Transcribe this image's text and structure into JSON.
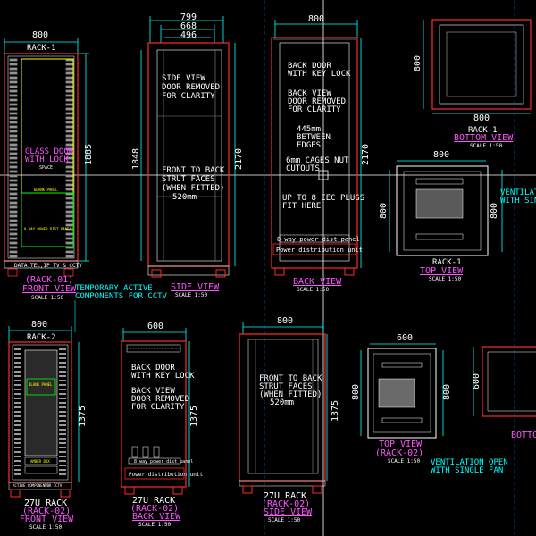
{
  "colors": {
    "bg": "#000000",
    "dim": "#00ffff",
    "label": "#ffffff",
    "outline": "#ff2a2a",
    "title": "#ff55ff",
    "yellow": "#ffff00",
    "green": "#00ff00",
    "grey": "#8a8a8a"
  },
  "scale_text": "SCALE 1:50",
  "rack1_front": {
    "dim_width": "800",
    "title_in": "RACK-1",
    "dim_height": "1885",
    "glass_door": "GLASS DOOR",
    "with_lock": "WITH LOCK",
    "space": "SPACE",
    "blank_panel": "BLANK PANEL",
    "power_panel": "8 WAY POWER DIST PANEL",
    "bottom_label": "DATA,TEL,IP TV & CCTV",
    "name": "(RACK-01)",
    "view": "FRONT VIEW"
  },
  "rack1_side": {
    "dim_outer": "799",
    "dim_mid": "668",
    "dim_inner": "496",
    "dim_left": "1848",
    "dim_right": "2170",
    "note1": [
      "SIDE VIEW",
      "DOOR REMOVED",
      "FOR CLARITY"
    ],
    "note2": [
      "FRONT TO BACK",
      "STRUT FACES",
      "(WHEN FITTED)",
      "520mm"
    ],
    "view": "SIDE VIEW"
  },
  "rack1_back": {
    "dim_width": "800",
    "dim_right": "2170",
    "note1": [
      "BACK DOOR",
      "WITH KEY LOCK"
    ],
    "note2": [
      "BACK VIEW",
      "DOOR REMOVED",
      "FOR CLARITY"
    ],
    "note3": [
      "445mm",
      "BETWEEN",
      "EDGES"
    ],
    "note4": [
      "6mm CAGES NUT",
      "CUTOUTS"
    ],
    "note5": [
      "UP TO 8 IEC PLUGS",
      "FIT HERE"
    ],
    "power_panel": "8 way power dist panel",
    "power_unit": "Power distribution unit",
    "view": "BACK VIEW"
  },
  "rack1_bottom": {
    "dim_left": "800",
    "dim_bottom": "800",
    "name": "RACK-1",
    "view": "BOTTOM VIEW"
  },
  "rack1_top": {
    "dim_top": "800",
    "dim_left": "800",
    "dim_right": "800",
    "name": "RACK-1",
    "view": "TOP VIEW",
    "vent": [
      "VENTILATION",
      "WITH SINGLE"
    ]
  },
  "cctv_note": [
    "TEMPORARY ACTIVE",
    "COMPONENTS FOR CCTV"
  ],
  "rack2_front": {
    "dim_width": "800",
    "title_in": "RACK-2",
    "dim_height": "1375",
    "panel_a": "BLANK PANEL",
    "panel_b": "AMBER BOX",
    "bottom_label": "ACTIVE COMPONENTS",
    "bottom_label2": "FOR CCTV",
    "name1": "27U RACK",
    "name2": "(RACK-02)",
    "view": "FRONT VIEW"
  },
  "rack2_back": {
    "dim_width": "600",
    "dim_right": "1375",
    "note1": [
      "BACK DOOR",
      "WITH KEY LOCK"
    ],
    "note2": [
      "BACK VIEW",
      "DOOR REMOVED",
      "FOR CLARITY"
    ],
    "power_panel": "8 way power dist panel",
    "power_unit": "Power distribution unit",
    "name1": "27U RACK",
    "name2": "(RACK-02)",
    "view": "BACK VIEW"
  },
  "rack2_side": {
    "dim_width": "800",
    "dim_right": "1375",
    "note": [
      "FRONT TO BACK",
      "STRUT FACES",
      "(WHEN FITTED)",
      "520mm"
    ],
    "name1": "27U RACK",
    "name2": "(RACK-02)",
    "view": "SIDE VIEW"
  },
  "rack2_top": {
    "dim_top": "600",
    "dim_left": "800",
    "dim_right": "800",
    "view": "TOP VIEW",
    "name": "(RACK-02)",
    "vent": "VENTILATION OPEN",
    "vent2": "WITH SINGLE FAN"
  },
  "rack2_bottom": {
    "dim_left": "600",
    "view": "BOTTO"
  }
}
